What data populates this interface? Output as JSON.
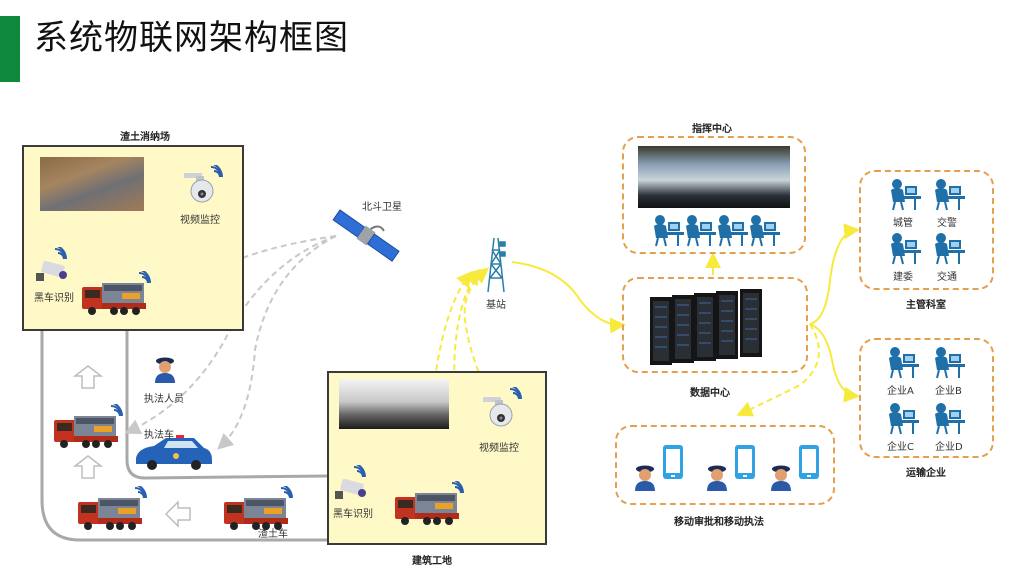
{
  "page": {
    "title": "系统物联网架构框图",
    "accent_color": "#0f8a3c"
  },
  "zones": {
    "disposal_site": {
      "title": "渣土消纳场",
      "video_label": "视频监控",
      "plate_label": "黑车识别"
    },
    "construction_site": {
      "title": "建筑工地",
      "video_label": "视频监控",
      "plate_label": "黑车识别"
    }
  },
  "road": {
    "officer_label": "执法人员",
    "police_car_label": "执法车",
    "muck_truck_label": "渣土车"
  },
  "network": {
    "satellite_label": "北斗卫星",
    "base_station_label": "基站"
  },
  "centers": {
    "command": {
      "title": "指挥中心"
    },
    "data": {
      "title": "数据中心"
    },
    "mobile": {
      "title": "移动审批和移动执法"
    },
    "authority": {
      "title": "主管科室",
      "units": [
        "城管",
        "交警",
        "建委",
        "交通"
      ]
    },
    "transport": {
      "title": "运输企业",
      "units": [
        "企业A",
        "企业B",
        "企业C",
        "企业D"
      ]
    }
  },
  "colors": {
    "zone_fill": "#fef9c6",
    "dash_box": "#e3a04f",
    "yellow_link": "#f7ea3c",
    "gray_link": "#c8c8c8",
    "road": "#a9a9a9",
    "person_blue": "#1f6fa8",
    "phone_blue": "#2fa3e6"
  }
}
